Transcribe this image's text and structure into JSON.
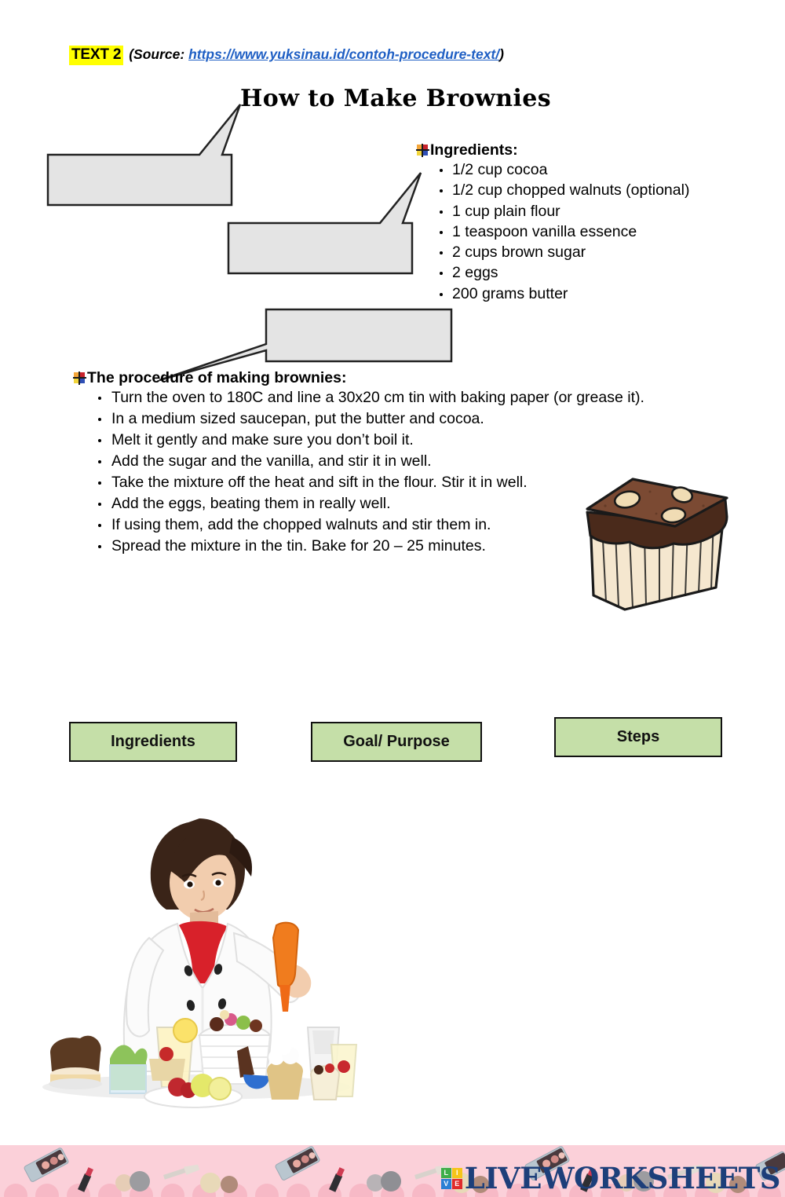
{
  "header": {
    "text_label": "TEXT 2",
    "source_prefix": "(Source:",
    "source_url": "https://www.yuksinau.id/contoh-procedure-text/",
    "source_suffix": ")"
  },
  "title": "How to Make Brownies",
  "callouts": [
    {
      "name": "callout-box-1",
      "value": ""
    },
    {
      "name": "callout-box-2",
      "value": ""
    },
    {
      "name": "callout-box-3",
      "value": ""
    }
  ],
  "ingredients": {
    "heading": "Ingredients:",
    "items": [
      "1/2 cup cocoa",
      "1/2 cup chopped walnuts (optional)",
      "1 cup plain flour",
      "1 teaspoon vanilla essence",
      "2 cups brown sugar",
      "2 eggs",
      "200 grams butter"
    ]
  },
  "procedure": {
    "heading": "The procedure of making brownies:",
    "steps": [
      "Turn the oven to 180C and line a 30x20 cm tin with baking paper (or grease it).",
      "In a medium sized saucepan, put the butter and cocoa.",
      "Melt it gently and make sure you don’t boil it.",
      "Add the sugar and the vanilla, and stir it in well.",
      "Take the mixture off the heat and sift in the flour. Stir it in well.",
      "Add the eggs, beating them in really well.",
      "If using them, add the chopped walnuts and stir them in.",
      "Spread the mixture in the tin. Bake for 20 – 25 minutes."
    ]
  },
  "answer_boxes": [
    {
      "label": "Ingredients"
    },
    {
      "label": "Goal/ Purpose"
    },
    {
      "label": "Steps"
    }
  ],
  "footer": {
    "logo_letters": [
      "LI",
      "VE"
    ],
    "logo_l": "L",
    "logo_i": "I",
    "logo_v": "V",
    "logo_e": "E",
    "wordmark": "LIVEWORKSHEETS"
  },
  "colors": {
    "highlight": "#ffff00",
    "link": "#1f5fc4",
    "answer_box_fill": "#c5dfa8",
    "callout_fill": "#e4e4e4",
    "footer_band": "#fbd0d9",
    "wordmark": "#1d3f7a"
  }
}
